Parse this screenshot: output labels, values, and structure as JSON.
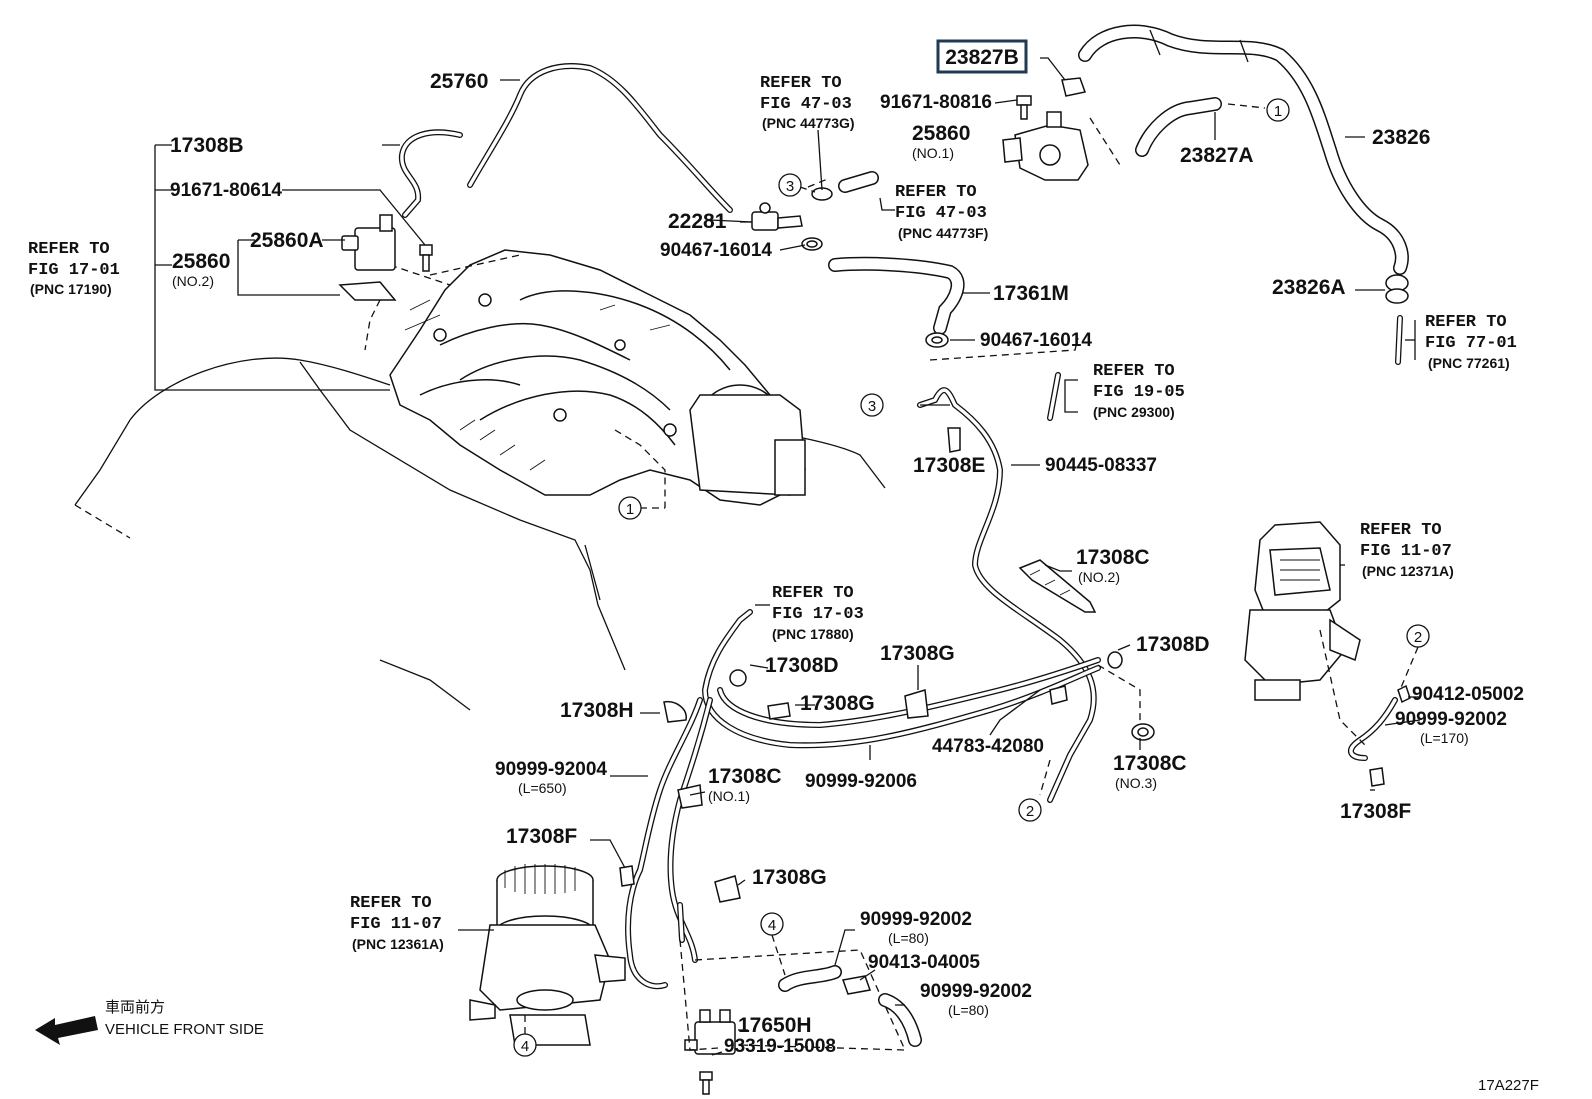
{
  "diagram_code": "17A227F",
  "orientation": {
    "japanese": "車両前方",
    "english": "VEHICLE FRONT SIDE",
    "icon": "left-arrow-icon"
  },
  "highlight": "23827B",
  "parts": {
    "p25760": "25760",
    "p17308B": "17308B",
    "p91671_80614": "91671-80614",
    "p25860A": "25860A",
    "p25860_2": "25860",
    "p25860_2_sub": "(NO.2)",
    "p22281": "22281",
    "p90467_16014_a": "90467-16014",
    "p91671_80816": "91671-80816",
    "p25860_1": "25860",
    "p25860_1_sub": "(NO.1)",
    "p23827B": "23827B",
    "p23827A": "23827A",
    "p23826": "23826",
    "p23826A": "23826A",
    "p17361M": "17361M",
    "p90467_16014_b": "90467-16014",
    "p17308E": "17308E",
    "p90445_08337": "90445-08337",
    "p17308C_2": "17308C",
    "p17308C_2_sub": "(NO.2)",
    "p17308D_a": "17308D",
    "p17308G_a": "17308G",
    "p17308D_b": "17308D",
    "p17308G_b": "17308G",
    "p17308H": "17308H",
    "p44783_42080": "44783-42080",
    "p17308C_3": "17308C",
    "p17308C_3_sub": "(NO.3)",
    "p90999_92004": "90999-92004",
    "p90999_92004_sub": "(L=650)",
    "p17308C_1": "17308C",
    "p17308C_1_sub": "(NO.1)",
    "p90999_92006": "90999-92006",
    "p17308F_a": "17308F",
    "p17308G_c": "17308G",
    "p90999_92002_a": "90999-92002",
    "p90999_92002_a_sub": "(L=80)",
    "p90413_04005": "90413-04005",
    "p90999_92002_b": "90999-92002",
    "p90999_92002_b_sub": "(L=80)",
    "p17650H": "17650H",
    "p93319_15008": "93319-15008",
    "p90412_05002": "90412-05002",
    "p90999_92002_c": "90999-92002",
    "p90999_92002_c_sub": "(L=170)",
    "p17308F_b": "17308F"
  },
  "references": {
    "r17_01": {
      "l1": "REFER TO",
      "l2": "FIG 17-01",
      "l3": "(PNC 17190)"
    },
    "r47_03a": {
      "l1": "REFER TO",
      "l2": "FIG 47-03",
      "l3": "(PNC 44773G)"
    },
    "r47_03b": {
      "l1": "REFER TO",
      "l2": "FIG 47-03",
      "l3": "(PNC 44773F)"
    },
    "r77_01": {
      "l1": "REFER TO",
      "l2": "FIG 77-01",
      "l3": "(PNC 77261)"
    },
    "r19_05": {
      "l1": "REFER TO",
      "l2": "FIG 19-05",
      "l3": "(PNC 29300)"
    },
    "r11_07a": {
      "l1": "REFER TO",
      "l2": "FIG 11-07",
      "l3": "(PNC 12371A)"
    },
    "r17_03": {
      "l1": "REFER TO",
      "l2": "FIG 17-03",
      "l3": "(PNC 17880)"
    },
    "r11_07b": {
      "l1": "REFER TO",
      "l2": "FIG 11-07",
      "l3": "(PNC 12361A)"
    }
  },
  "callouts": [
    "1",
    "2",
    "3",
    "4"
  ]
}
